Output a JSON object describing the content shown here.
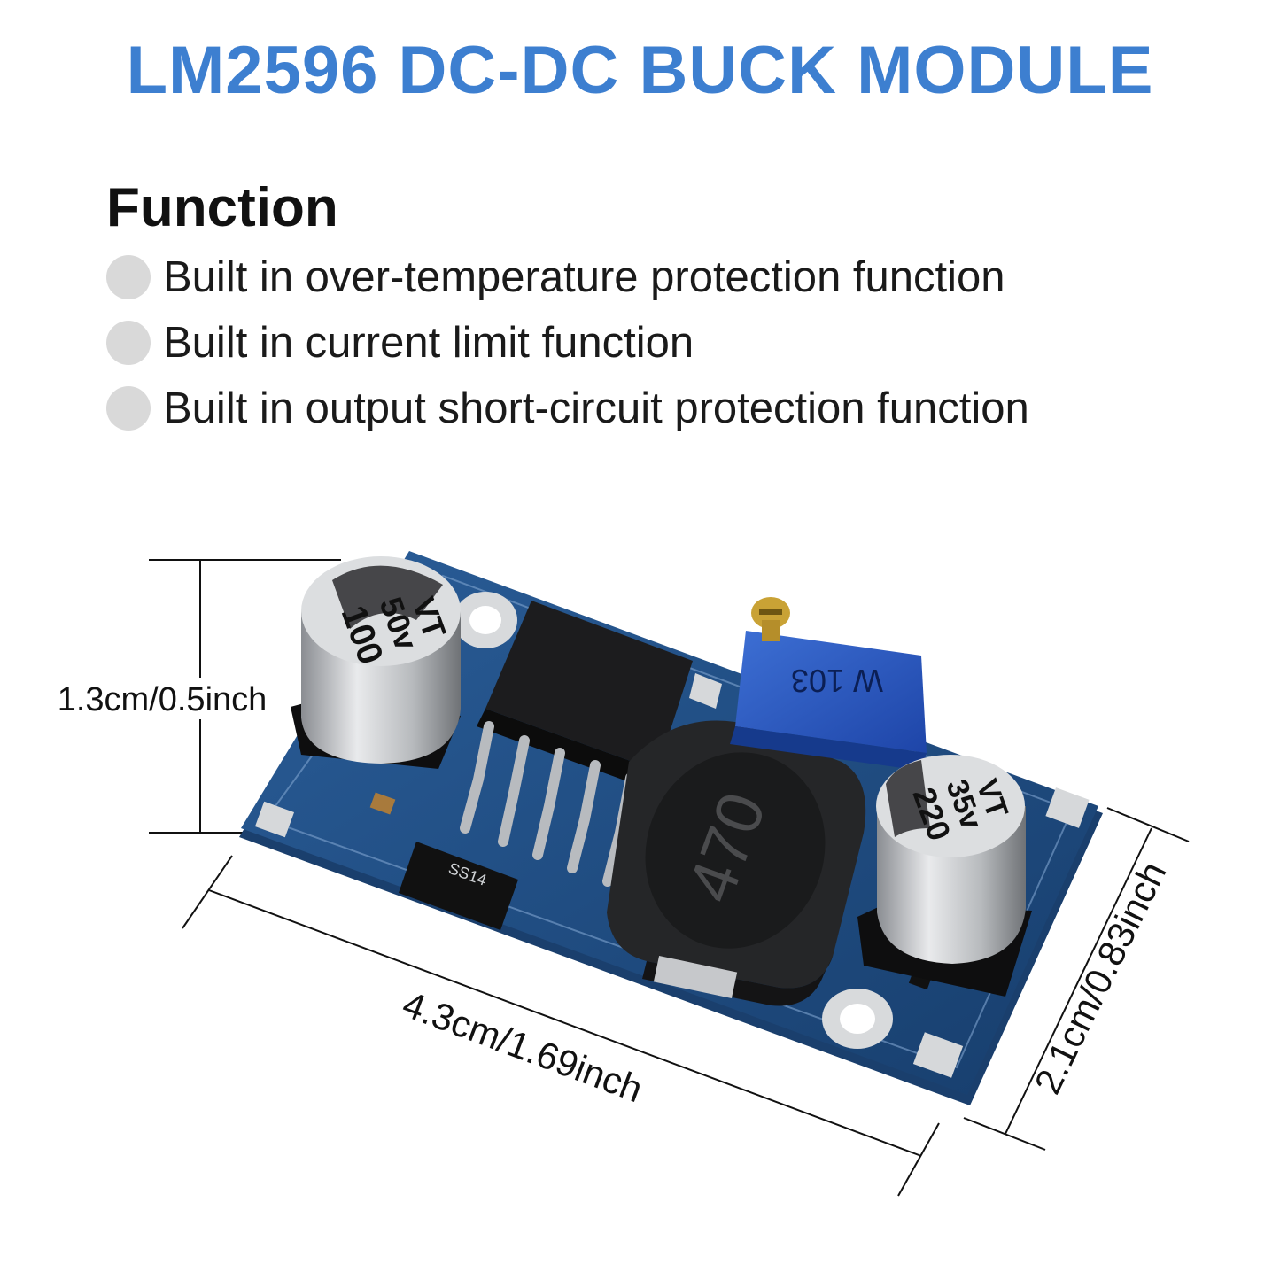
{
  "title": "LM2596 DC-DC BUCK MODULE",
  "function_section": {
    "heading": "Function",
    "items": [
      "Built in over-temperature protection function",
      "Built in current limit function",
      "Built in output short-circuit protection function"
    ]
  },
  "dimensions": {
    "height": "1.3cm/0.5inch",
    "length": "4.3cm/1.69inch",
    "width": "2.1cm/0.83inch"
  },
  "board_markings": {
    "input_capacitor": [
      "100",
      "50v",
      "VT"
    ],
    "output_capacitor": [
      "220",
      "35v",
      "VT"
    ],
    "inductor": "470",
    "potentiometer": "W 103",
    "diode": "SS14"
  },
  "colors": {
    "title": "#3d7fd0",
    "pcb": "#1f4f86",
    "bullet": "#d9d9d9"
  }
}
